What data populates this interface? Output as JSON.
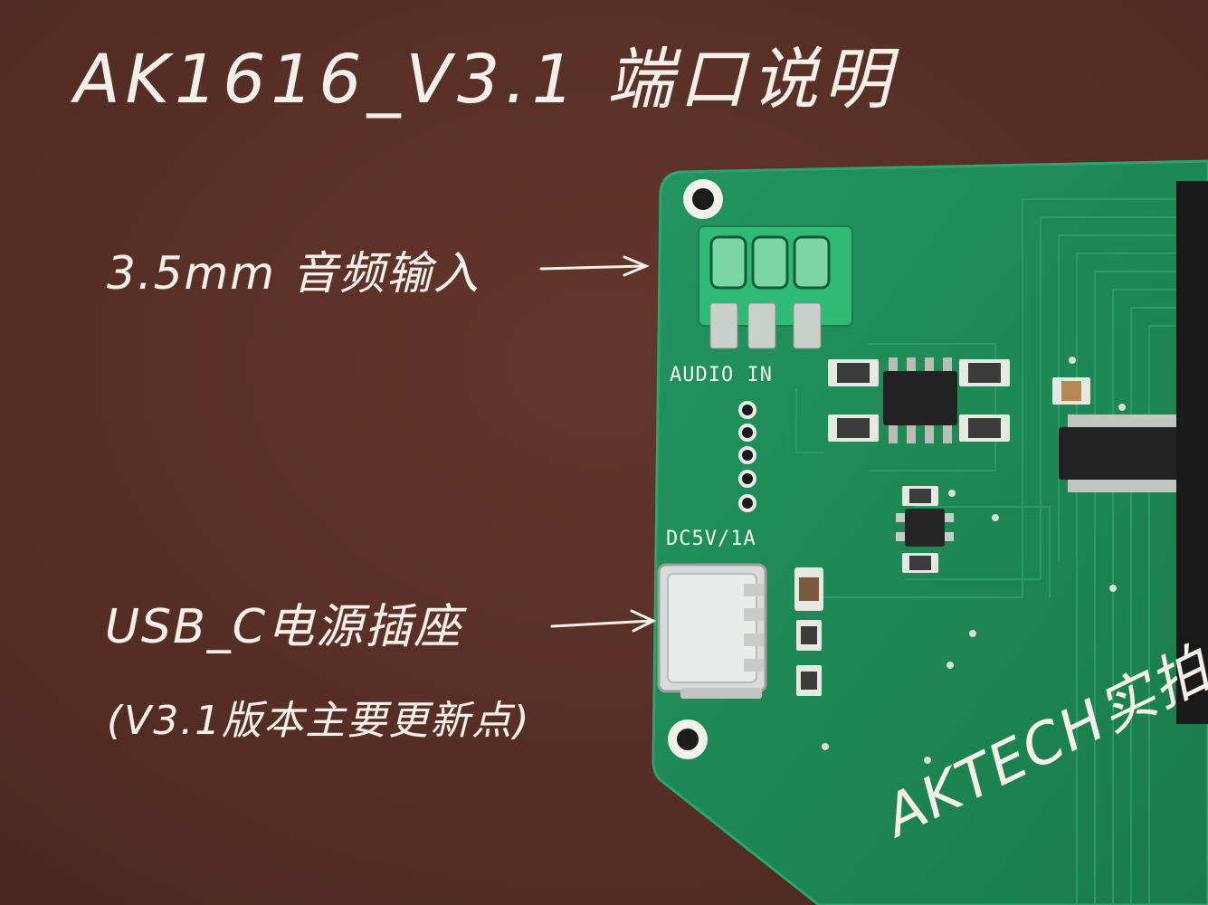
{
  "title": "AK1616_V3.1 端口说明",
  "annotations": {
    "audio_input": "3.5mm 音频输入",
    "usb_power": "USB_C电源插座",
    "usb_note": "(V3.1版本主要更新点)"
  },
  "board_silkscreen": {
    "audio_in": "AUDIO IN",
    "power_rating": "DC5V/1A"
  },
  "watermark": "AKTECH实拍",
  "colors": {
    "background": "#5a3128",
    "pcb": "#1f8a55",
    "silkscreen": "#f1f5ef",
    "handwriting": "#f4efe9"
  }
}
